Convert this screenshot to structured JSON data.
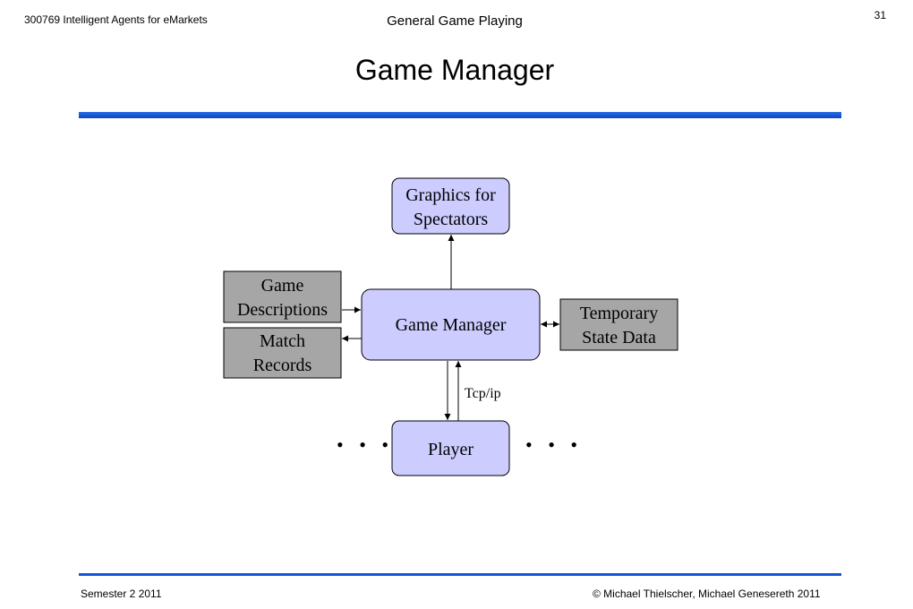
{
  "header": {
    "course": "300769  Intelligent Agents for eMarkets",
    "topic": "General Game Playing",
    "page_number": "31"
  },
  "slide": {
    "title": "Game Manager"
  },
  "diagram": {
    "nodes": {
      "graphics": {
        "line1": "Graphics for",
        "line2": "Spectators"
      },
      "descriptions": {
        "line1": "Game",
        "line2": "Descriptions"
      },
      "records": {
        "line1": "Match",
        "line2": "Records"
      },
      "manager": {
        "line1": "Game Manager"
      },
      "temporary": {
        "line1": "Temporary",
        "line2": "State Data"
      },
      "player": {
        "line1": "Player"
      }
    },
    "edges": {
      "tcp_label": "Tcp/ip"
    },
    "ellipsis_left": "• • •",
    "ellipsis_right": "• • •",
    "colors": {
      "round_fill": "#ccccff",
      "rect_fill": "#a6a6a6",
      "stroke": "#000000"
    }
  },
  "footer": {
    "semester": "Semester 2 2011",
    "copyright": "© Michael Thielscher,  Michael Genesereth 2011"
  }
}
